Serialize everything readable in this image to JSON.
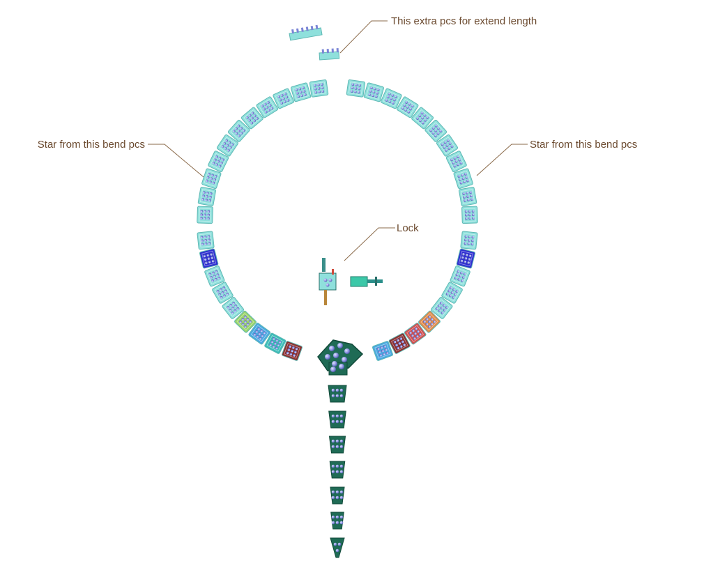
{
  "callouts": {
    "extra": "This extra pcs for extend length",
    "bend_left": "Star from this bend pcs",
    "bend_right": "Star from this bend pcs",
    "lock": "Lock"
  },
  "colors": {
    "segment": "#8fe0dc",
    "segment_edge": "#5fb8b4",
    "gem": "#7b86d6",
    "bend_piece": "#2f2fd0",
    "head": "#1f6b55",
    "tail": "#1f6b55",
    "callout_text": "#6b4a2f",
    "accent_colors": [
      "#9ad36a",
      "#e08a4a",
      "#d05050",
      "#8a2f2f",
      "#3cbcb8",
      "#4aa8e0",
      "#7ad8e0"
    ]
  },
  "icons": {
    "lock_part": "lock-clasp-icon",
    "pin_part": "lock-pin-icon"
  }
}
